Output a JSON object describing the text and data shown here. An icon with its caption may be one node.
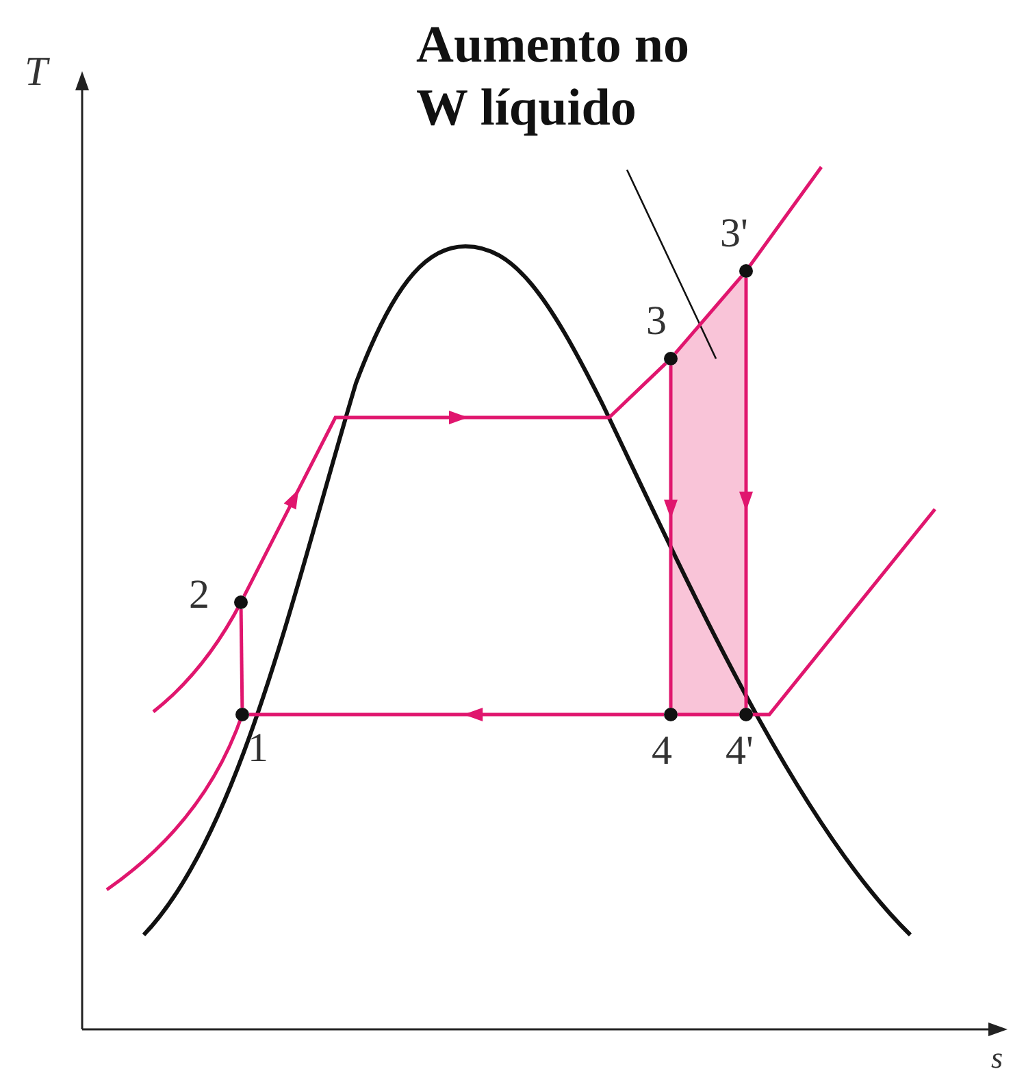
{
  "diagram": {
    "nodes": [
      {
        "text": [
          "Aumento no W líquido"
        ]
      },
      {
        "text": [],
        "shape": "area"
      },
      {
        "text": [],
        "shape": "circle",
        "beside": [
          "1"
        ]
      },
      {
        "text": [],
        "shape": "circle",
        "beside": [
          "2"
        ]
      },
      {
        "text": [],
        "shape": "circle",
        "beside": [
          "3"
        ]
      },
      {
        "text": [],
        "shape": "circle",
        "beside": [
          "3'"
        ]
      },
      {
        "text": [],
        "shape": "circle",
        "beside": [
          "4"
        ]
      },
      {
        "text": [],
        "shape": "circle",
        "beside": [
          "4'"
        ]
      }
    ],
    "edges": [
      {
        "from": 0,
        "to": 1,
        "arrow": "none",
        "color": "#111111"
      },
      {
        "from": 2,
        "to": 3,
        "arrow": "none"
      },
      {
        "from": 3,
        "to": 4,
        "arrow": "to"
      },
      {
        "from": 4,
        "to": 6,
        "arrow": "to"
      },
      {
        "from": 6,
        "to": 2,
        "arrow": "to"
      },
      {
        "from": 5,
        "to": 7,
        "arrow": "to"
      },
      {
        "from": 4,
        "to": 5,
        "arrow": "none"
      },
      {
        "from": 7,
        "to": 6,
        "arrow": "none"
      }
    ],
    "labels": [
      "T",
      "s"
    ]
  }
}
